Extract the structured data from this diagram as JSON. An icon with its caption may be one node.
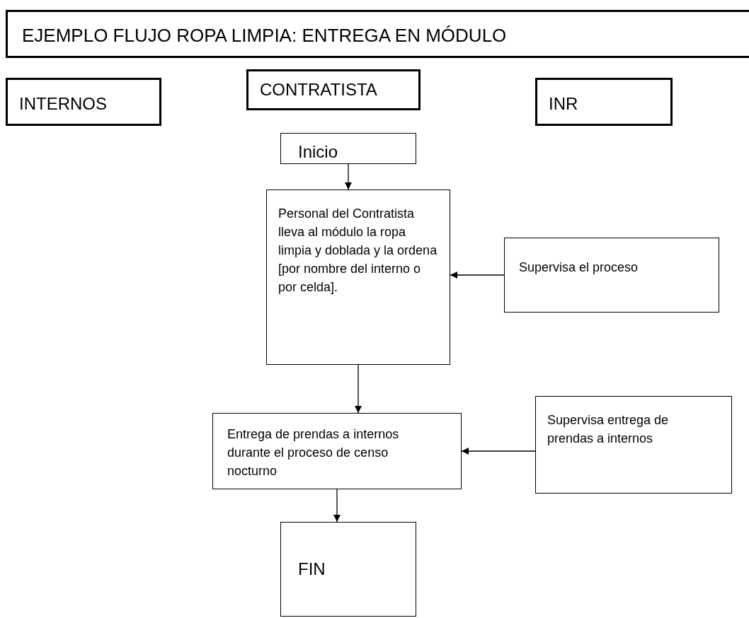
{
  "diagram": {
    "title": "EJEMPLO FLUJO ROPA LIMPIA: ENTREGA EN MÓDULO",
    "nodes": [
      {
        "text": [
          "INTERNOS"
        ]
      },
      {
        "text": [
          "CONTRATISTA"
        ]
      },
      {
        "text": [
          "INR"
        ]
      },
      {
        "text": [
          "Inicio"
        ]
      },
      {
        "text": [
          "Personal del Contratista lleva al módulo la ropa limpia y doblada y la ordena [por nombre del interno o por celda]."
        ]
      },
      {
        "text": [
          "Supervisa el proceso"
        ]
      },
      {
        "text": [
          "Entrega de prendas a internos durante el proceso de censo nocturno"
        ]
      },
      {
        "text": [
          "Supervisa entrega de prendas a internos"
        ]
      },
      {
        "text": [
          "FIN"
        ]
      }
    ],
    "edges": [
      {
        "from": 3,
        "to": 4,
        "arrow": "to"
      },
      {
        "from": 5,
        "to": 4,
        "arrow": "to"
      },
      {
        "from": 4,
        "to": 6,
        "arrow": "to"
      },
      {
        "from": 7,
        "to": 6,
        "arrow": "to"
      },
      {
        "from": 6,
        "to": 8,
        "arrow": "to"
      }
    ]
  }
}
